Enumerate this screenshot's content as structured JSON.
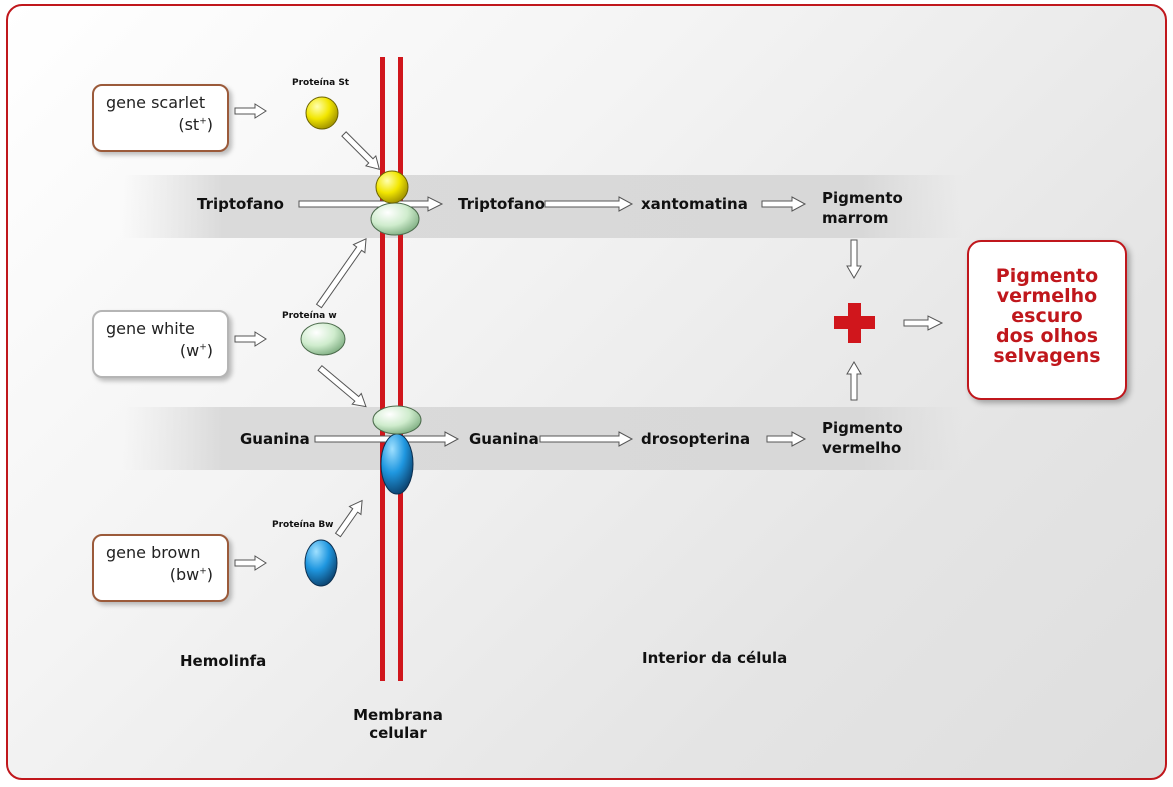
{
  "genes": {
    "scarlet": {
      "name": "gene scarlet",
      "allele": "(st",
      "sup": "+",
      "close": ")"
    },
    "white": {
      "name": "gene white",
      "allele": "(w",
      "sup": "+",
      "close": ")"
    },
    "brown": {
      "name": "gene brown",
      "allele": "(bw",
      "sup": "+",
      "close": ")"
    }
  },
  "proteins": {
    "st": "Proteína St",
    "w": "Proteína w",
    "bw": "Proteína Bw"
  },
  "pathways": {
    "top": {
      "input": "Triptofano",
      "inside": "Triptofano",
      "intermediate": "xantomatina",
      "pigment_line1": "Pigmento",
      "pigment_line2": "marrom"
    },
    "bottom": {
      "input": "Guanina",
      "inside": "Guanina",
      "intermediate": "drosopterina",
      "pigment_line1": "Pigmento",
      "pigment_line2": "vermelho"
    }
  },
  "result": {
    "lines": [
      "Pigmento",
      "vermelho",
      "escuro",
      "dos olhos",
      "selvagens"
    ]
  },
  "regions": {
    "outside": "Hemolinfa",
    "inside": "Interior da célula",
    "membrane_line1": "Membrana",
    "membrane_line2": "celular"
  },
  "colors": {
    "frame": "#c0171c",
    "membrane": "#d0161c",
    "protein_st": "#f2e600",
    "protein_w": "#cfeccd",
    "protein_bw": "#1f97e0",
    "plus": "#d0161c"
  }
}
